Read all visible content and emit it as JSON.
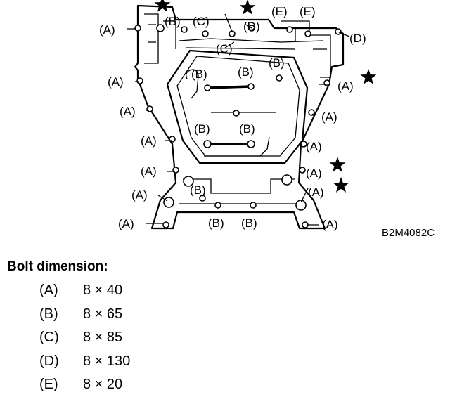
{
  "figure_code": "B2M4082C",
  "labels": {
    "a": "(A)",
    "b": "(B)",
    "c": "(C)",
    "d": "(D)",
    "e": "(E)"
  },
  "legend": {
    "title": "Bolt dimension:",
    "rows": [
      {
        "key": "(A)",
        "value": "8 × 40"
      },
      {
        "key": "(B)",
        "value": "8 × 65"
      },
      {
        "key": "(C)",
        "value": "8 × 85"
      },
      {
        "key": "(D)",
        "value": "8 × 130"
      },
      {
        "key": "(E)",
        "value": "8 × 20"
      }
    ]
  }
}
